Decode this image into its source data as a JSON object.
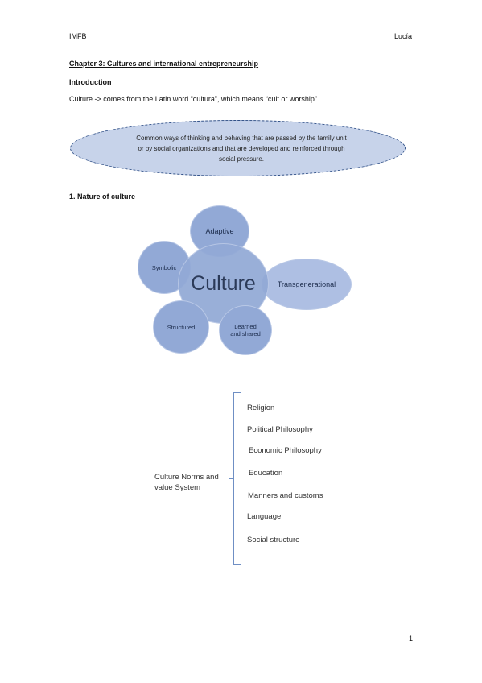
{
  "header": {
    "left": "IMFB",
    "right": "Lucía"
  },
  "chapter_title": "Chapter 3: Cultures and international entrepreneurship",
  "intro_heading": "Introduction",
  "intro_line": "Culture -> comes from the Latin word “cultura”, which means “cult or worship”",
  "definition": {
    "line1": "Common ways of thinking and behaving that are passed by the family unit",
    "line2": "or by social organizations and that are developed and reinforced through",
    "line3": "social pressure."
  },
  "section1_heading": "1. Nature of culture",
  "diagram": {
    "center": "Culture",
    "adaptive": "Adaptive",
    "symbolic": "Symbolic",
    "transgenerational": "Transgenerational",
    "structured": "Structured",
    "learned_line1": "Learned",
    "learned_line2": "and shared"
  },
  "norms": {
    "label_line1": "Culture Norms and",
    "label_line2": "value System",
    "items": [
      "Religion",
      "Political Philosophy",
      "Economic Philosophy",
      "Education",
      "Manners and customs",
      "Language",
      "Social structure"
    ]
  },
  "page_number": "1",
  "colors": {
    "bubble": "#92a9d6",
    "ellipse": "#c7d3ea",
    "brace": "#6f8fc4"
  }
}
